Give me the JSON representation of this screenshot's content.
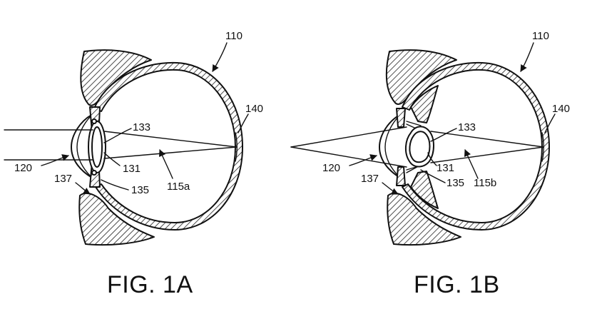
{
  "figures": [
    {
      "id": "fig-1a",
      "caption": "FIG. 1A",
      "labels": {
        "eye": "110",
        "retina": "140",
        "lens": "133",
        "capsule": "131",
        "zonule": "135",
        "cornea": "120",
        "ciliary": "137",
        "focal": "115a"
      }
    },
    {
      "id": "fig-1b",
      "caption": "FIG. 1B",
      "labels": {
        "eye": "110",
        "retina": "140",
        "lens": "133",
        "capsule": "131",
        "zonule": "135",
        "cornea": "120",
        "ciliary": "137",
        "focal": "115b"
      }
    }
  ]
}
